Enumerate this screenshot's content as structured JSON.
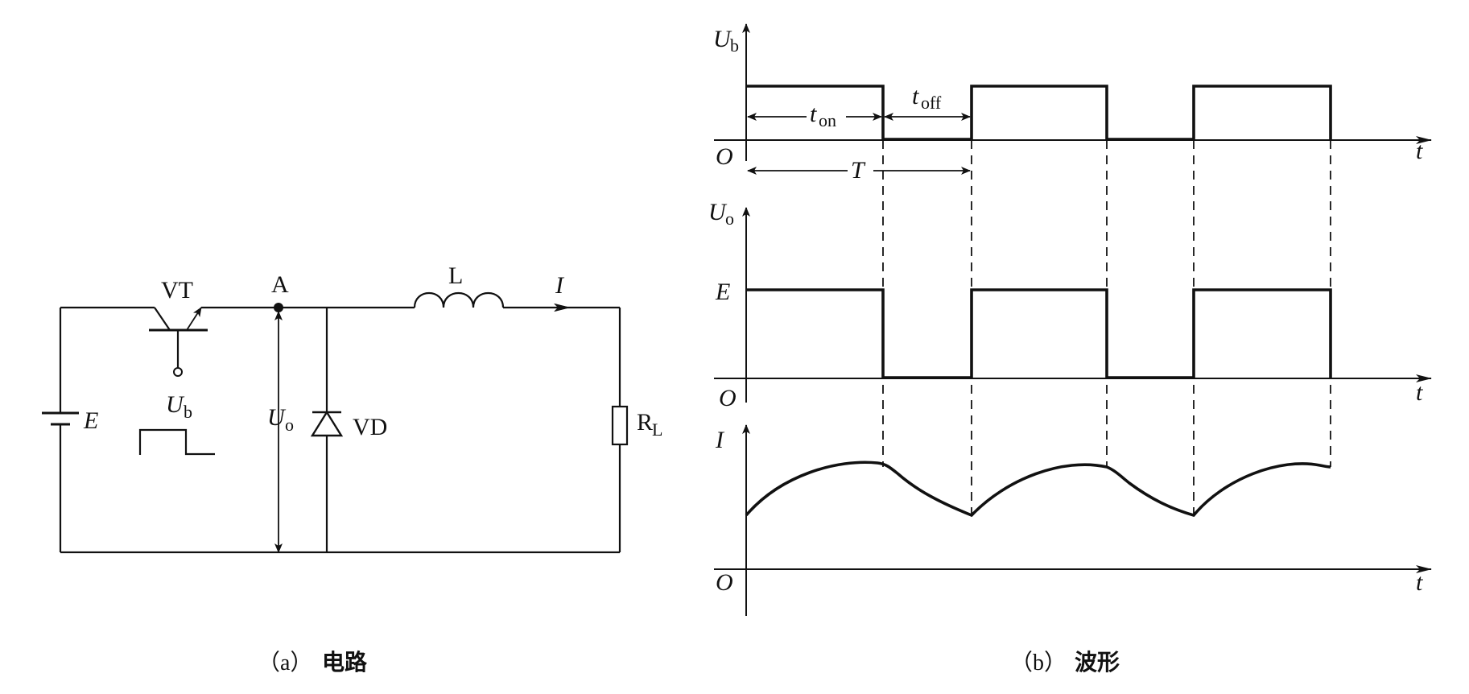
{
  "circuit": {
    "transistor_label": "VT",
    "node_label": "A",
    "inductor_label": "L",
    "current_label": "I",
    "source_label": "E",
    "base_signal_label": "U",
    "base_signal_sub": "b",
    "output_label": "U",
    "output_sub": "o",
    "diode_label": "VD",
    "load_label": "R",
    "load_sub": "L"
  },
  "waveforms": {
    "ub_axis": {
      "label": "U",
      "sub": "b"
    },
    "uo_axis": {
      "label": "U",
      "sub": "o"
    },
    "i_axis": {
      "label": "I"
    },
    "time_label": "t",
    "origin_label": "O",
    "level_label": "E",
    "ton_label": "t",
    "ton_sub": "on",
    "toff_label": "t",
    "toff_sub": "off",
    "period_label": "T"
  },
  "captions": {
    "circuit_caption_prefix": "（a）",
    "circuit_caption_text": "电路",
    "wave_caption_prefix": "（b）",
    "wave_caption_text": "波形"
  }
}
